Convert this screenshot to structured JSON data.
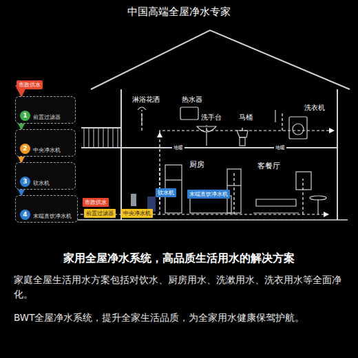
{
  "diagram": {
    "title": "中国高端全屋净水专家",
    "nodes": [
      {
        "text": [
          "市政供水"
        ]
      },
      {
        "text": [
          "1",
          "前置过滤器"
        ]
      },
      {
        "text": [
          "2",
          "中央净水机"
        ]
      },
      {
        "text": [
          "3",
          "软水机"
        ]
      },
      {
        "text": [
          "4",
          "末端直饮净水机"
        ]
      },
      {
        "text": [
          "市政供水"
        ]
      },
      {
        "text": [
          "前置过滤器"
        ]
      },
      {
        "text": [
          "中央净水机"
        ]
      },
      {
        "text": [
          "软水机"
        ]
      },
      {
        "text": [
          "末端直饮净水机"
        ]
      }
    ],
    "edges": [
      {
        "from": 0,
        "to": 1,
        "arrow": "to"
      },
      {
        "from": 1,
        "to": 2,
        "arrow": "to"
      },
      {
        "from": 2,
        "to": 3,
        "arrow": "to"
      },
      {
        "from": 3,
        "to": 4,
        "arrow": "to"
      }
    ],
    "labels": [
      "淋浴花洒",
      "热水器",
      "洗手台",
      "马桶",
      "洗衣机",
      "地暖",
      "地暖",
      "厨房",
      "客餐厅",
      "家用全屋净水系统，高品质生活用水的解决方案",
      "家庭全屋生活用水方案包括对饮水、厨房用水、洗漱用水、洗衣用水等全面净化。",
      "BWT全屋净水系统，提升全家生活品质，为全家用水健康保驾护航。"
    ]
  }
}
